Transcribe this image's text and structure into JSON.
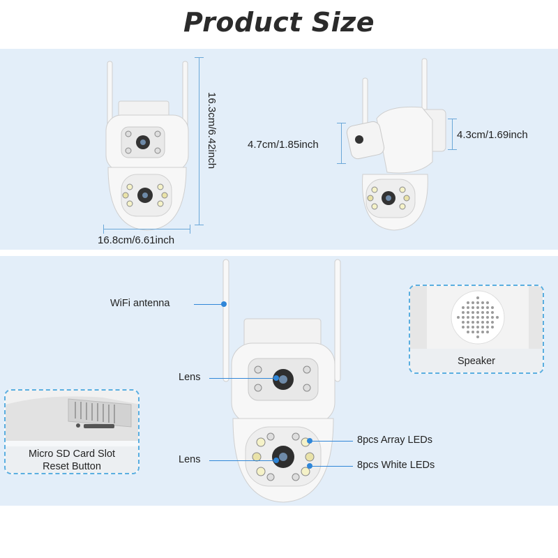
{
  "title": "Product Size",
  "dimensions": {
    "height": "16.3cm/6.42inch",
    "width": "16.8cm/6.61inch",
    "upper_lens_height": "4.7cm/1.85inch",
    "mount_height": "4.3cm/1.69inch"
  },
  "callouts": {
    "wifi_antenna": "WiFi antenna",
    "lens_upper": "Lens",
    "lens_lower": "Lens",
    "array_leds": "8pcs Array LEDs",
    "white_leds": "8pcs White LEDs"
  },
  "insets": {
    "speaker": "Speaker",
    "sd_card_line1": "Micro SD Card Slot",
    "sd_card_line2": "Reset Button"
  },
  "colors": {
    "panel_bg": "#e3eef9",
    "callout_blue": "#2f86d8",
    "inset_border": "#5aaee0",
    "white_led": "#f5f2c8",
    "array_led": "#e9e2a8"
  }
}
